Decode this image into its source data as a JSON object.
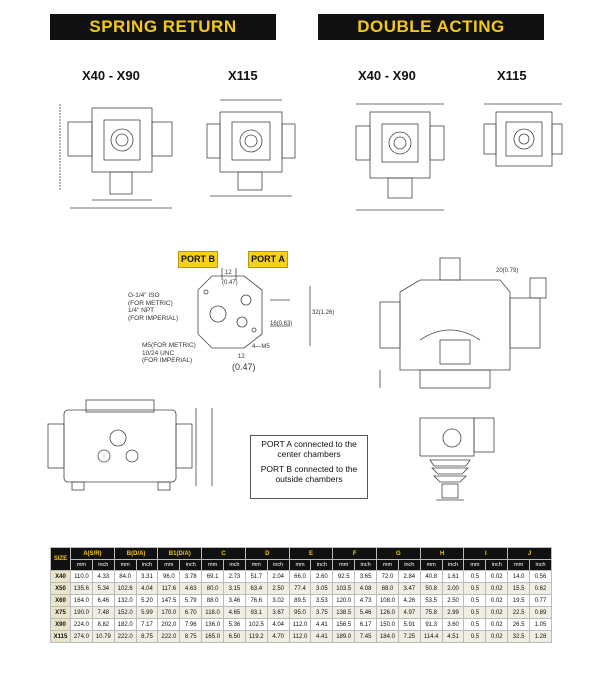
{
  "headers": {
    "spring_return": "SPRING RETURN",
    "double_acting": "DOUBLE ACTING"
  },
  "models": [
    "X40 - X90",
    "X115",
    "X40 - X90",
    "X115"
  ],
  "ports": {
    "port_b": "PORT B",
    "port_a": "PORT A"
  },
  "dims_text": {
    "dim12_top": "12",
    "dim_047_top": "(0.47)",
    "dim16": "16(0.63)",
    "dim32": "32(1.26)",
    "dim12_bot": "12",
    "dim047_bot": "(0.47)",
    "m5": "4—M5",
    "dim20": "20(0.79)"
  },
  "port_notes": {
    "threads": [
      "G-1/4\" ISO",
      "(FOR METRIC)",
      "1/4\" NPT",
      "(FOR IMPERIAL)"
    ],
    "screws": [
      "M5(FOR METRIC)",
      "10/24 UNC",
      "(FOR IMPERIAL)"
    ]
  },
  "legend": {
    "line1": "PORT A connected to the center chambers",
    "line2": "PORT B connected to the outside chambers"
  },
  "table": {
    "size_label": "SIZE",
    "groups": [
      "A(S/R)",
      "B(D/A)",
      "B1(D/A)",
      "C",
      "D",
      "E",
      "F",
      "G",
      "H",
      "I",
      "J"
    ],
    "units": [
      "mm",
      "inch"
    ],
    "rows": [
      {
        "size": "X40",
        "vals": [
          "110.0",
          "4.33",
          "84.0",
          "3.31",
          "96.0",
          "3.78",
          "69.1",
          "2.73",
          "51.7",
          "2.04",
          "66.0",
          "2.60",
          "92.5",
          "3.65",
          "72.0",
          "2.84",
          "40.8",
          "1.61",
          "0.5",
          "0.02",
          "14.0",
          "0.56"
        ]
      },
      {
        "size": "X50",
        "vals": [
          "135.6",
          "5.34",
          "102.6",
          "4.04",
          "117.6",
          "4.63",
          "80.0",
          "3.15",
          "63.4",
          "2.50",
          "77.4",
          "3.05",
          "103.5",
          "4.08",
          "88.0",
          "3.47",
          "50.8",
          "2.00",
          "0.5",
          "0.02",
          "15.5",
          "0.62"
        ]
      },
      {
        "size": "X60",
        "vals": [
          "164.0",
          "6.46",
          "132.0",
          "5.20",
          "147.5",
          "5.79",
          "88.0",
          "3.46",
          "76.6",
          "3.02",
          "89.5",
          "3.53",
          "120.0",
          "4.73",
          "108.0",
          "4.26",
          "53.5",
          "2.50",
          "0.5",
          "0.02",
          "19.5",
          "0.77"
        ]
      },
      {
        "size": "X75",
        "vals": [
          "190.0",
          "7.48",
          "152.0",
          "5.99",
          "170.0",
          "6.70",
          "118.0",
          "4.65",
          "93.1",
          "3.67",
          "95.0",
          "3.75",
          "138.5",
          "5.46",
          "126.0",
          "4.97",
          "75.8",
          "2.99",
          "0.5",
          "0.02",
          "22.5",
          "0.89"
        ]
      },
      {
        "size": "X90",
        "vals": [
          "224.0",
          "8.82",
          "182.0",
          "7.17",
          "202.0",
          "7.96",
          "136.0",
          "5.36",
          "102.5",
          "4.04",
          "112.0",
          "4.41",
          "156.5",
          "6.17",
          "150.0",
          "5.91",
          "91.3",
          "3.60",
          "0.5",
          "0.02",
          "26.5",
          "1.05"
        ]
      },
      {
        "size": "X115",
        "vals": [
          "274.0",
          "10.79",
          "222.0",
          "8.75",
          "222.0",
          "8.75",
          "165.0",
          "6.50",
          "119.2",
          "4.70",
          "112.0",
          "4.41",
          "189.0",
          "7.45",
          "184.0",
          "7.25",
          "114.4",
          "4.51",
          "0.5",
          "0.02",
          "32.5",
          "1.28"
        ]
      }
    ]
  },
  "colors": {
    "banner_bg": "#111111",
    "banner_text": "#f3c81a",
    "port_tag": "#f6d21e"
  }
}
